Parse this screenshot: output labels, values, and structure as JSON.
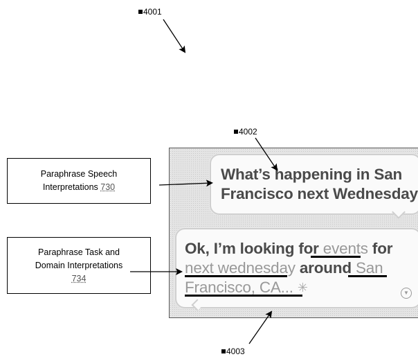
{
  "refs": {
    "figure": "4001",
    "user_bubble": "4002",
    "assistant_bubble": "4003"
  },
  "labels": {
    "speech": {
      "line1": "Paraphrase Speech",
      "line2": "Interpretations",
      "num": "730"
    },
    "task": {
      "line1": "Paraphrase Task and",
      "line2": "Domain Interpretations",
      "num": "734"
    }
  },
  "user_bubble": {
    "line1": "What’s happening in San",
    "line2": "Francisco next Wednesday"
  },
  "assistant_bubble": {
    "part1": "Ok, I’m looking for ",
    "link1": "events",
    "part2": " for",
    "link2": "next wednesday",
    "part3": " around ",
    "link3": "San",
    "link4": "Francisco, CA...",
    "spinner": "✳"
  },
  "icons": {
    "more": "chevron-down-icon"
  }
}
